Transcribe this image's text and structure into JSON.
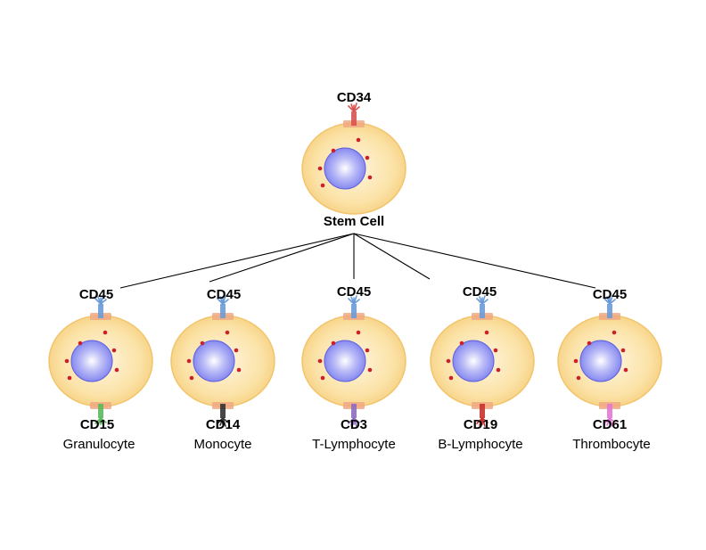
{
  "diagram": {
    "root": {
      "name": "Stem Cell",
      "marker": "CD34",
      "marker_color": "#d9534f"
    },
    "children": [
      {
        "name": "Granulocyte",
        "top_marker": "CD45",
        "top_marker_color": "#6a9bd8",
        "bottom_marker": "CD15",
        "bottom_marker_color": "#5cb85c"
      },
      {
        "name": "Monocyte",
        "top_marker": "CD45",
        "top_marker_color": "#6a9bd8",
        "bottom_marker": "CD14",
        "bottom_marker_color": "#333333"
      },
      {
        "name": "T-Lymphocyte",
        "top_marker": "CD45",
        "top_marker_color": "#6a9bd8",
        "bottom_marker": "CD3",
        "bottom_marker_color": "#8e6bbf"
      },
      {
        "name": "B-Lymphocyte",
        "top_marker": "CD45",
        "top_marker_color": "#6a9bd8",
        "bottom_marker": "CD19",
        "bottom_marker_color": "#c9302c"
      },
      {
        "name": "Thrombocyte",
        "top_marker": "CD45",
        "top_marker_color": "#6a9bd8",
        "bottom_marker": "CD61",
        "bottom_marker_color": "#e377d6"
      }
    ],
    "colors": {
      "cytoplasm": "#fbdf9c",
      "cytoplasm_edge": "#f2c46b",
      "nucleus": "#8a8cf0",
      "nucleus_edge": "#5b5ee0",
      "granule": "#cc1f2a",
      "membrane_patch": "#f0a882",
      "connector": "#000000"
    }
  }
}
